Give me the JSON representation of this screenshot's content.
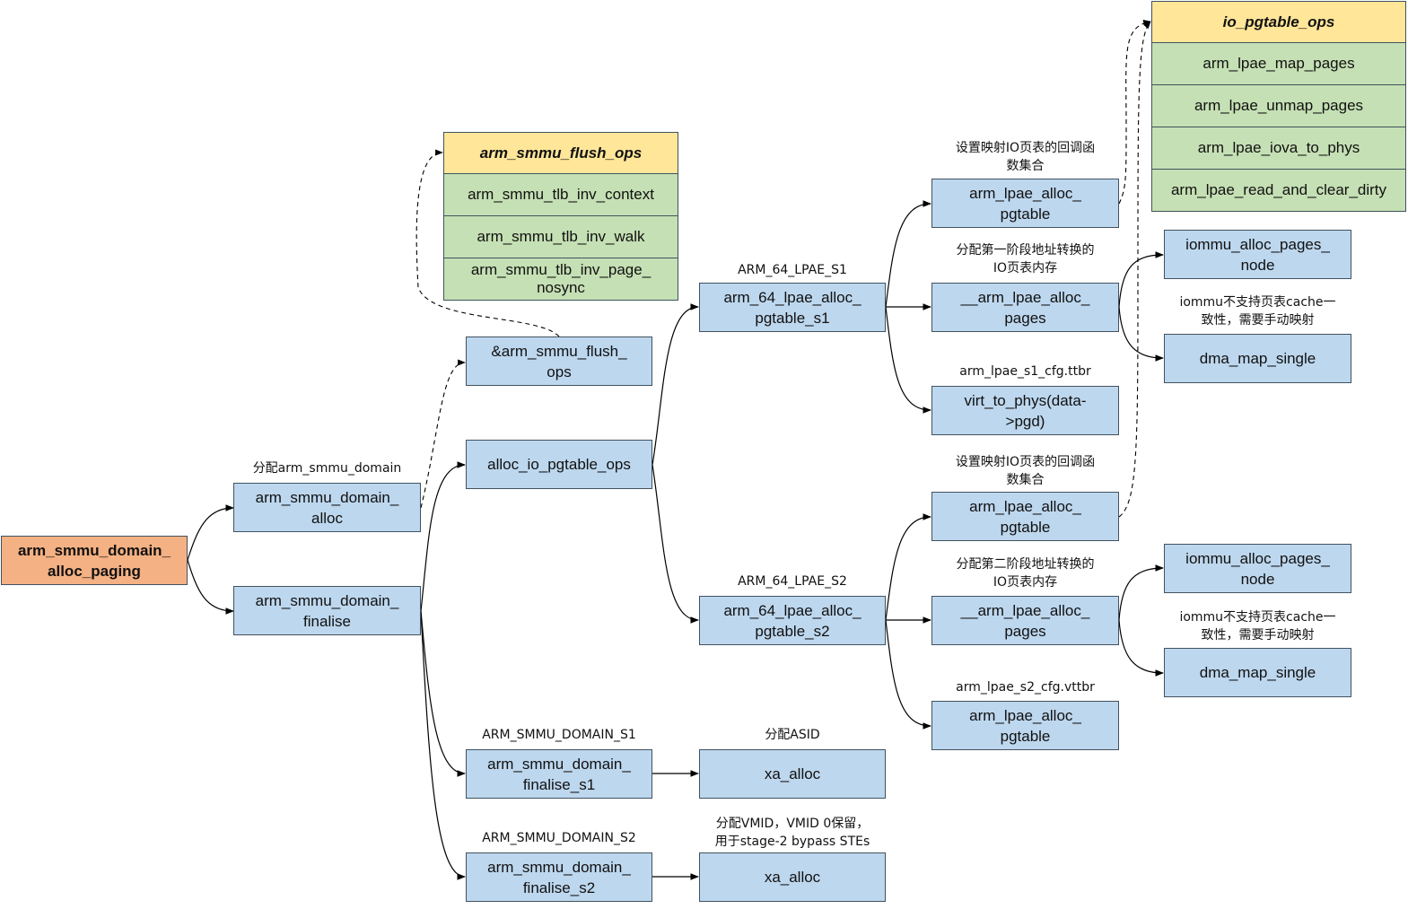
{
  "nodes": {
    "root": "arm_smmu_domain_\nalloc_paging",
    "domain_alloc": "arm_smmu_domain_\nalloc",
    "domain_finalise": "arm_smmu_domain_\nfinalise",
    "flush_ops_ref": "&arm_smmu_flush_\nops",
    "alloc_io_pgtable_ops": "alloc_io_pgtable_ops",
    "alloc_pgtable_s1": "arm_64_lpae_alloc_\npgtable_s1",
    "alloc_pgtable_s2": "arm_64_lpae_alloc_\npgtable_s2",
    "s1_lpae_alloc_pgtable": "arm_lpae_alloc_\npgtable",
    "s1_alloc_pages": "__arm_lpae_alloc_\npages",
    "s1_virt_to_phys": "virt_to_phys(data-\n>pgd)",
    "s1_iommu_alloc_pages_node": "iommu_alloc_pages_\nnode",
    "s1_dma_map_single": "dma_map_single",
    "s2_lpae_alloc_pgtable": "arm_lpae_alloc_\npgtable",
    "s2_alloc_pages": "__arm_lpae_alloc_\npages",
    "s2_lpae_alloc_pgtable_vttbr": "arm_lpae_alloc_\npgtable",
    "s2_iommu_alloc_pages_node": "iommu_alloc_pages_\nnode",
    "s2_dma_map_single": "dma_map_single",
    "finalise_s1": "arm_smmu_domain_\nfinalise_s1",
    "finalise_s2": "arm_smmu_domain_\nfinalise_s2",
    "xa_alloc_s1": "xa_alloc",
    "xa_alloc_s2": "xa_alloc"
  },
  "tables": {
    "flush_ops": {
      "title": "arm_smmu_flush_ops",
      "rows": [
        "arm_smmu_tlb_inv_context",
        "arm_smmu_tlb_inv_walk",
        "arm_smmu_tlb_inv_page_\nnosync"
      ]
    },
    "io_pgtable_ops": {
      "title": "io_pgtable_ops",
      "rows": [
        "arm_lpae_map_pages",
        "arm_lpae_unmap_pages",
        "arm_lpae_iova_to_phys",
        "arm_lpae_read_and_clear_dirty"
      ]
    }
  },
  "labels": {
    "alloc_domain": "分配arm_smmu_domain",
    "lpae_s1": "ARM_64_LPAE_S1",
    "lpae_s2": "ARM_64_LPAE_S2",
    "s1_set_callbacks": "设置映射IO页表的回调函\n数集合",
    "s1_alloc_mem": "分配第一阶段地址转换的\nIO页表内存",
    "s1_ttbr": "arm_lpae_s1_cfg.ttbr",
    "s1_cache_note": "iommu不支持页表cache一\n致性，需要手动映射",
    "s2_set_callbacks": "设置映射IO页表的回调函\n数集合",
    "s2_alloc_mem": "分配第二阶段地址转换的\nIO页表内存",
    "s2_vttbr": "arm_lpae_s2_cfg.vttbr",
    "s2_cache_note": "iommu不支持页表cache一\n致性，需要手动映射",
    "domain_s1": "ARM_SMMU_DOMAIN_S1",
    "domain_s2": "ARM_SMMU_DOMAIN_S2",
    "alloc_asid": "分配ASID",
    "alloc_vmid": "分配VMID，VMID 0保留，\n用于stage-2 bypass STEs"
  },
  "colors": {
    "root_fill": "#f4b183",
    "node_fill": "#bdd7ee",
    "table_head_fill": "#ffe699",
    "table_row_fill": "#c5e0b4",
    "line": "#000000"
  }
}
